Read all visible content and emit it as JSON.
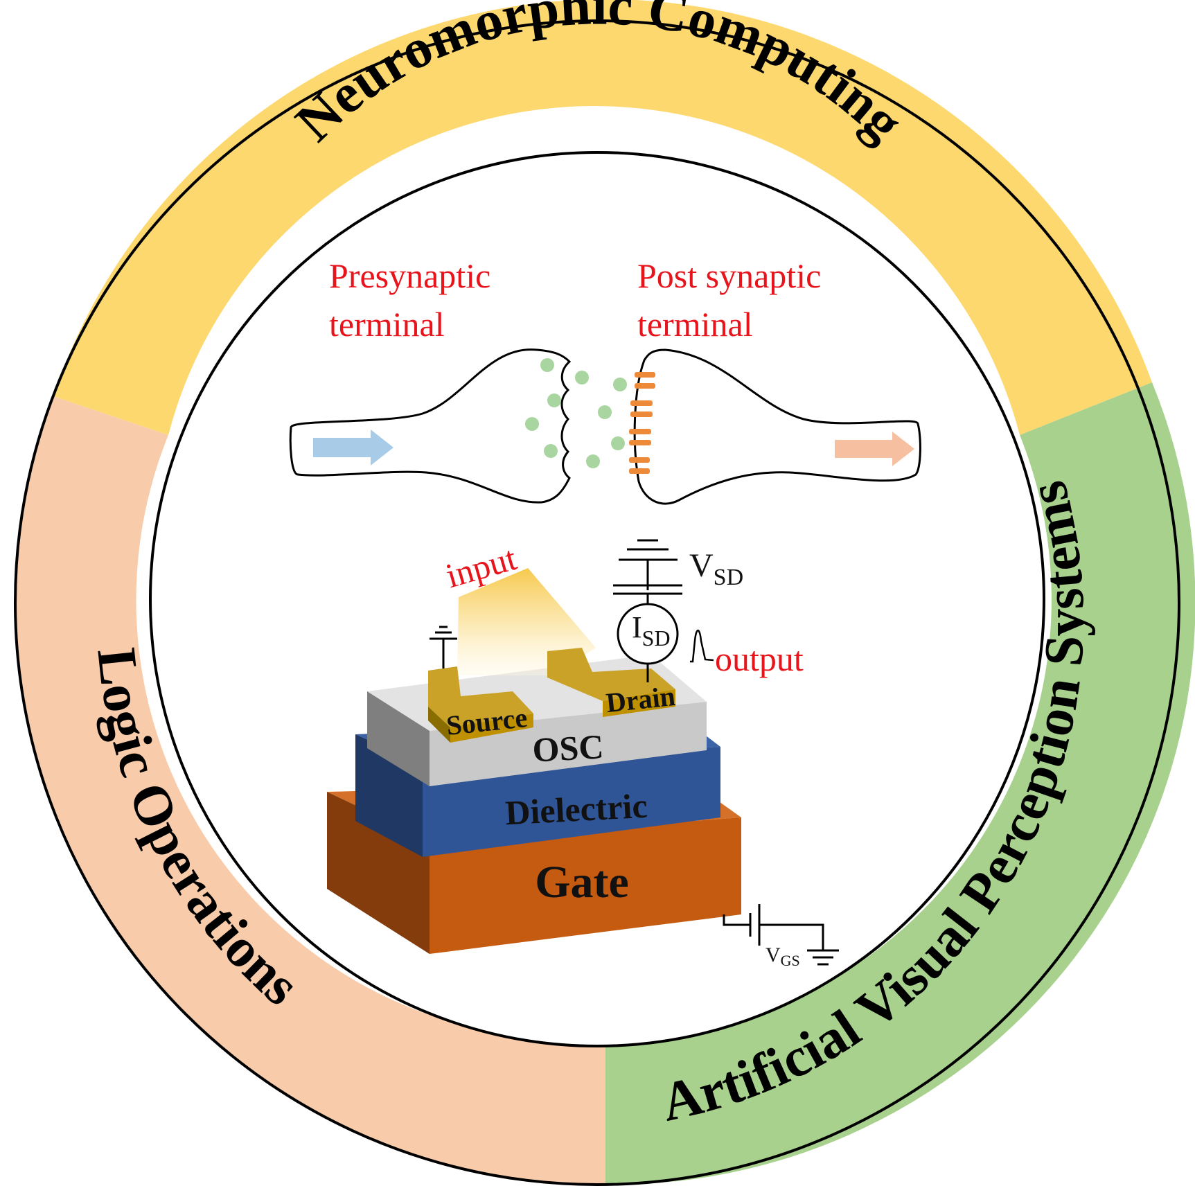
{
  "ring": {
    "top_label": "Neuromorphic Computing",
    "left_label": "Logic Operations",
    "right_label": "Artificial Visual Perception Systems",
    "colors": {
      "top": "#fcd86e",
      "left": "#f8ccaa",
      "right": "#a8d18e"
    }
  },
  "synapse": {
    "pre_line1": "Presynaptic",
    "pre_line2": "terminal",
    "post_line1": "Post synaptic",
    "post_line2": "terminal",
    "colors": {
      "vesicle": "#a9d5a0",
      "receptor": "#ec8a3a",
      "in_arrow": "#a8cbe8",
      "out_arrow": "#f6c0a0"
    }
  },
  "device": {
    "input_label": "input",
    "output_label": "output",
    "source_label": "Source",
    "drain_label": "Drain",
    "osc_label": "OSC",
    "dielectric_label": "Dielectric",
    "gate_label": "Gate",
    "vsd_main": "V",
    "vsd_sub": "SD",
    "isd_main": "I",
    "isd_sub": "SD",
    "vgs_main": "V",
    "vgs_sub": "GS",
    "colors": {
      "gate": "#c55a11",
      "dielectric": "#2f5597",
      "osc": "#c9c9c9",
      "electrode": "#bf9000",
      "light": "#f6c644"
    }
  }
}
